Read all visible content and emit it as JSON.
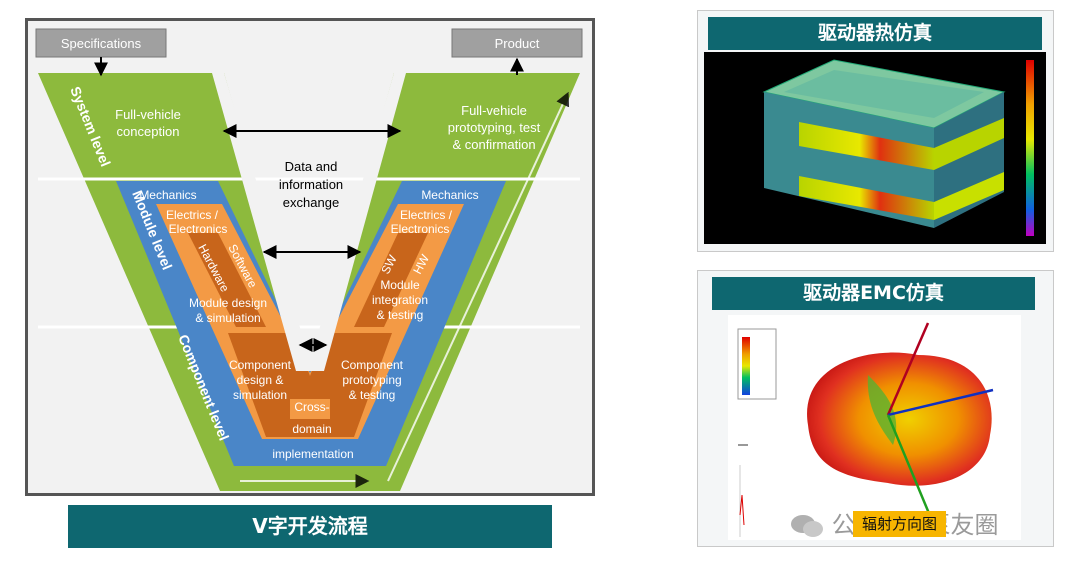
{
  "vdiagram": {
    "specifications": "Specifications",
    "product": "Product",
    "system_level": "System level",
    "module_level": "Module level",
    "component_level": "Component level",
    "full_vehicle_conception": [
      "Full-vehicle",
      "conception"
    ],
    "full_vehicle_prototyping": [
      "Full-vehicle",
      "prototyping, test",
      "& confirmation"
    ],
    "data_exchange": [
      "Data and",
      "information",
      "exchange"
    ],
    "mechanics_left": "Mechanics",
    "mechanics_right": "Mechanics",
    "electrics_left": [
      "Electrics /",
      "Electronics"
    ],
    "electrics_right": [
      "Electrics /",
      "Electronics"
    ],
    "hardware": "Hardware",
    "software": "Software",
    "sw": "SW",
    "hw": "HW",
    "module_design": [
      "Module design",
      "& simulation"
    ],
    "module_integration": [
      "Module",
      "integration",
      "& testing"
    ],
    "component_design": [
      "Component",
      "design &",
      "simulation"
    ],
    "component_prototyping": [
      "Component",
      "prototyping",
      "& testing"
    ],
    "cross_domain": [
      "Cross-",
      "domain"
    ],
    "implementation": "implementation",
    "colors": {
      "green": "#8dba3d",
      "blue": "#4a86c8",
      "orange": "#f39a45",
      "brown": "#c8651b",
      "grey": "#a0a0a0"
    }
  },
  "banners": {
    "left": "V字开发流程",
    "thermal": "驱动器热仿真",
    "emc": "驱动器EMC仿真"
  },
  "emc_caption": "辐射方向图",
  "watermark": "公众号 · 泵友圈",
  "icons": {
    "watermark": "wechat-icon"
  }
}
